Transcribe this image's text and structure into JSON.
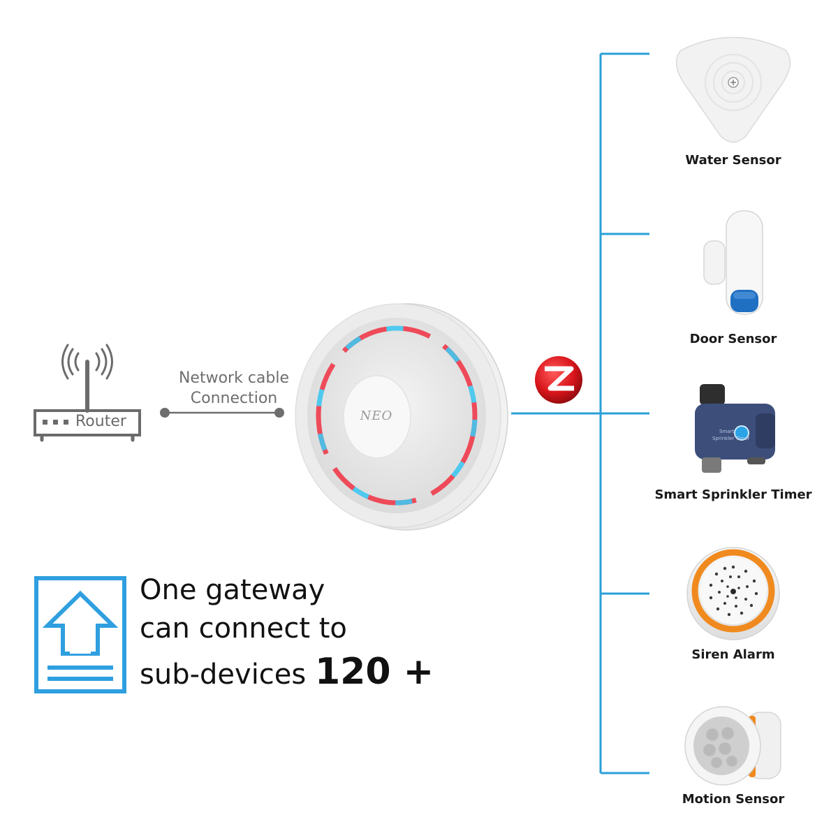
{
  "router": {
    "label": "Router"
  },
  "cable": {
    "line1": "Network cable",
    "line2": "Connection"
  },
  "gateway": {
    "brand": "NEO"
  },
  "protocol_icon": "zigbee-logo-icon",
  "devices": [
    {
      "label": "Water Sensor",
      "icon": "water-sensor-icon"
    },
    {
      "label": "Door Sensor",
      "icon": "door-sensor-icon"
    },
    {
      "label": "Smart Sprinkler Timer",
      "icon": "sprinkler-timer-icon"
    },
    {
      "label": "Siren Alarm",
      "icon": "siren-alarm-icon"
    },
    {
      "label": "Motion Sensor",
      "icon": "motion-sensor-icon"
    }
  ],
  "tagline": {
    "line1": "One gateway",
    "line2": "can connect to",
    "line3": "sub-devices",
    "highlight": "120 +"
  },
  "colors": {
    "connector_blue": "#2a9fd8",
    "icon_blue": "#2f9fe0",
    "ring_red": "#f03a4a",
    "ring_cyan": "#3fc7f0",
    "sensor_blue": "#1f6fc2",
    "siren_orange": "#f08a1e",
    "sprinkler_body": "#3d4e7a",
    "zigbee_red": "#d8151b",
    "router_gray": "#6b6b6b"
  }
}
